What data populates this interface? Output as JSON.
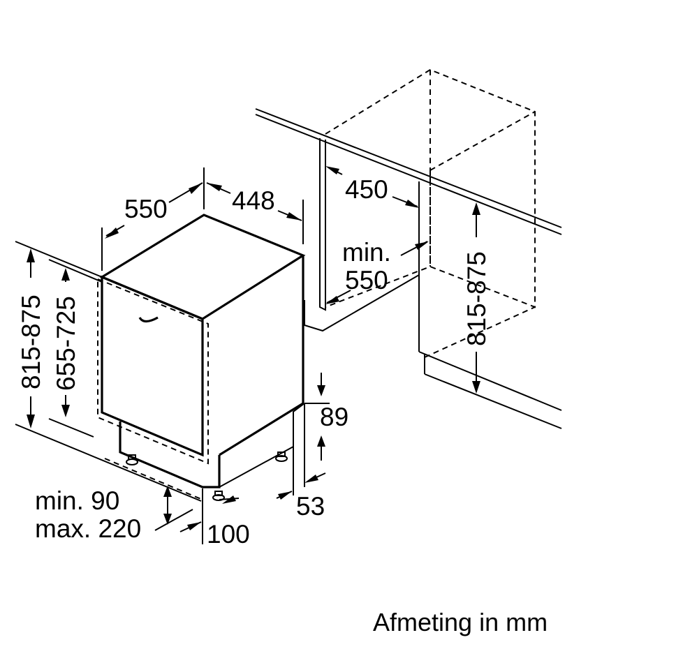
{
  "dimensions": {
    "depth": "550",
    "width": "448",
    "niche_width": "450",
    "niche_depth_line1": "min.",
    "niche_depth_line2": "550",
    "height_left": "815-875",
    "height_inner": "655-725",
    "height_niche": "815-875",
    "plinth_top": "89",
    "plinth_bottom": "53",
    "plinth_depth": "100",
    "plinth_height_line1": "min. 90",
    "plinth_height_line2": "max. 220"
  },
  "caption": "Afmeting in mm"
}
